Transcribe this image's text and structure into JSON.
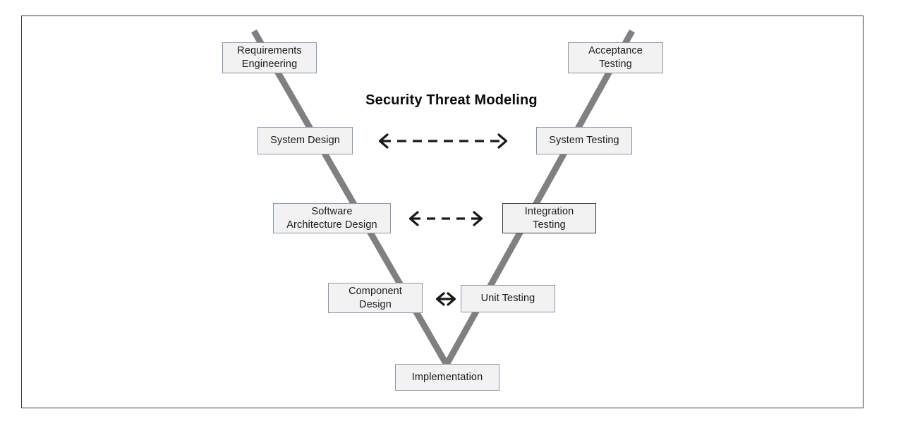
{
  "diagram": {
    "title": "Security Threat Modeling",
    "frame": {
      "border_color": "#3b3b43"
    },
    "palette": {
      "box_fill": "#f2f2f2",
      "box_border_blue": "#8496b0",
      "box_border_dark": "#3f3f3f",
      "v_line": "#808080",
      "arrow": "#1a1a1a",
      "text": "#1a1a1a",
      "title_text": "#0a0a0a",
      "background": "#ffffff"
    },
    "left_branch": {
      "name": "development-verification-branch",
      "nodes": [
        {
          "id": "requirements-engineering",
          "label": "Requirements\nEngineering"
        },
        {
          "id": "system-design",
          "label": "System Design"
        },
        {
          "id": "software-architecture-design",
          "label": "Software\nArchitecture Design"
        },
        {
          "id": "component-design",
          "label": "Component\nDesign"
        }
      ]
    },
    "right_branch": {
      "name": "testing-validation-branch",
      "nodes": [
        {
          "id": "acceptance-testing",
          "label": "Acceptance\nTesting"
        },
        {
          "id": "system-testing",
          "label": "System Testing"
        },
        {
          "id": "integration-testing",
          "label": "Integration\nTesting"
        },
        {
          "id": "unit-testing",
          "label": "Unit Testing"
        }
      ]
    },
    "bottom": {
      "id": "implementation",
      "label": "Implementation"
    },
    "connectors": [
      {
        "id": "system-design-to-system-testing",
        "style": "dashed-double-arrow",
        "length": "long"
      },
      {
        "id": "architecture-to-integration-testing",
        "style": "dashed-double-arrow",
        "length": "medium"
      },
      {
        "id": "component-design-to-unit-testing",
        "style": "solid-double-arrow",
        "length": "short"
      }
    ]
  }
}
